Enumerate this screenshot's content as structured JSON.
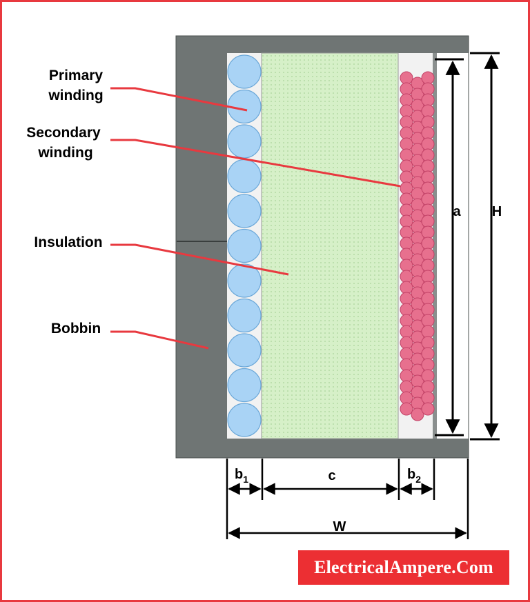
{
  "labels": {
    "primary": [
      "Primary",
      "winding"
    ],
    "secondary": [
      "Secondary",
      "winding"
    ],
    "insulation": "Insulation",
    "bobbin": "Bobbin"
  },
  "dimensions": {
    "a": "a",
    "H": "H",
    "b1_base": "b",
    "b1_sub": "1",
    "c": "c",
    "b2_base": "b",
    "b2_sub": "2",
    "W": "W"
  },
  "brand": "ElectricalAmpere.Com",
  "colors": {
    "frame": "#e8393f",
    "bobbin": "#6f7574",
    "insulation": "#d6f0c8",
    "primary_wire": "#a9d3f5",
    "secondary_wire": "#e7708e",
    "leader": "#e8393f"
  }
}
